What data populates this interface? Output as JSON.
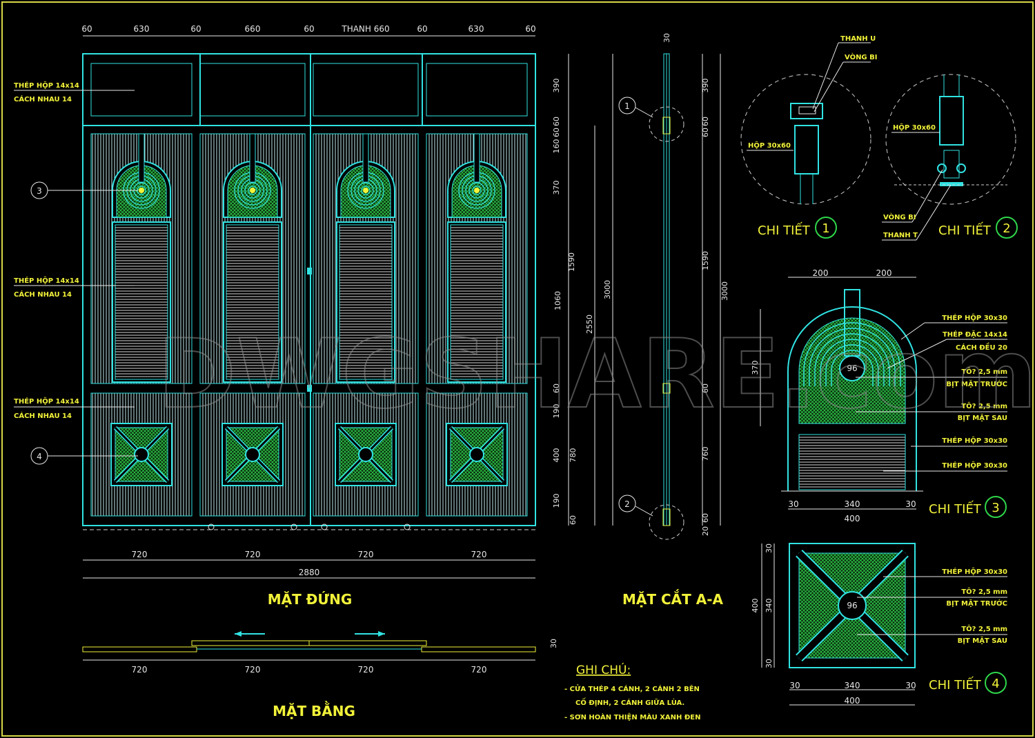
{
  "colors": {
    "background": "#000000",
    "frame": "#31e3e3",
    "hatch": "#2fd64a",
    "dimension": "#e6e6e6",
    "annotation": "#f2f23a",
    "border": "#d8d84a"
  },
  "watermark": "DWGSHARE.com",
  "elevation": {
    "title": "MẶT ĐỨNG",
    "top_dims": [
      "60",
      "630",
      "60",
      "660",
      "60",
      "THANH 660",
      "60",
      "630",
      "60"
    ],
    "bottom_dims": [
      "720",
      "720",
      "720",
      "720"
    ],
    "overall_width": "2880",
    "right_dims_inner": [
      "390",
      "60",
      "60",
      "160",
      "370",
      "1590",
      "60",
      "190",
      "400",
      "190",
      "60"
    ],
    "right_dims_mid": [
      "1060",
      "780"
    ],
    "right_dims_outer1": "2550",
    "right_dims_outer2": "3000",
    "labels": [
      {
        "line1": "THÉP HỘP 14x14",
        "line2": "CÁCH NHAU 14"
      },
      {
        "line1": "THÉP HỘP 14x14",
        "line2": "CÁCH NHAU 14"
      },
      {
        "line1": "THÉP HỘP 14x14",
        "line2": "CÁCH NHAU 14"
      }
    ],
    "markers": [
      "3",
      "4"
    ]
  },
  "section": {
    "title": "MẶT CẮT A-A",
    "top_dim": "30",
    "dims": [
      "390",
      "60",
      "60",
      "1590",
      "3000",
      "60",
      "760",
      "60",
      "20"
    ],
    "markers": [
      "1",
      "2"
    ]
  },
  "plan": {
    "title": "MẶT BẰNG",
    "dims": [
      "720",
      "720",
      "720",
      "720"
    ],
    "depth_dim": "30"
  },
  "notes": {
    "heading": "GHI CHÚ:",
    "lines": [
      "- CỬA THÉP 4 CÁNH, 2 CÁNH 2 BÊN",
      "CỐ ĐỊNH, 2 CÁNH GIỮA LÙA.",
      "- SƠN HOÀN THIỆN MÀU XANH ĐEN"
    ]
  },
  "detail1": {
    "title": "CHI TIẾT",
    "number": "1",
    "labels": [
      "THANH U",
      "VÒNG BI",
      "HỘP 30x60"
    ]
  },
  "detail2": {
    "title": "CHI TIẾT",
    "number": "2",
    "labels": [
      "HỘP 30x60",
      "VÒNG BI",
      "THANH T"
    ]
  },
  "detail3": {
    "title": "CHI TIẾT",
    "number": "3",
    "top_dims": [
      "200",
      "200"
    ],
    "height_dim": "370",
    "bottom_dims": [
      "30",
      "340",
      "30"
    ],
    "bottom_total": "400",
    "center_dim": "96",
    "labels": [
      {
        "line1": "THÉP HỘP 30x30",
        "line2": ""
      },
      {
        "line1": "THÉP ĐẶC 14x14",
        "line2": "CÁCH ĐỀU 20"
      },
      {
        "line1": "TÔ? 2,5 mm",
        "line2": "BỊT MẶT TRƯỚC"
      },
      {
        "line1": "TÔ? 2,5 mm",
        "line2": "BỊT MẶT SAU"
      },
      {
        "line1": "THÉP HỘP 30x30",
        "line2": ""
      },
      {
        "line1": "THÉP HỘP 30x30",
        "line2": ""
      }
    ]
  },
  "detail4": {
    "title": "CHI TIẾT",
    "number": "4",
    "left_dims": [
      "30",
      "340",
      "30"
    ],
    "left_total": "400",
    "bottom_dims": [
      "30",
      "340",
      "30"
    ],
    "bottom_total": "400",
    "center_dim": "96",
    "labels": [
      {
        "line1": "THÉP HỘP 30x30",
        "line2": ""
      },
      {
        "line1": "TÔ? 2,5 mm",
        "line2": "BỊT MẶT TRƯỚC"
      },
      {
        "line1": "TÔ? 2,5 mm",
        "line2": "BỊT MẶT SAU"
      }
    ]
  }
}
